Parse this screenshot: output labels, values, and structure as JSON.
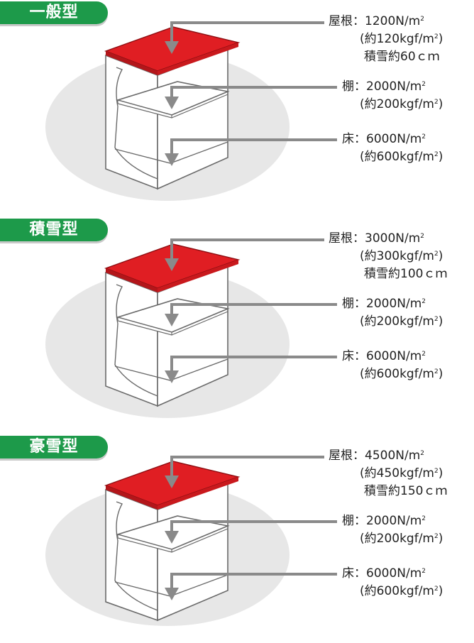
{
  "colors": {
    "badge": "#1d9a4a",
    "roof": "#e01e23",
    "arrow": "#8a8a8a",
    "ellipse": "#e7e7e7"
  },
  "sections": [
    {
      "badge": "一般型",
      "roof": {
        "label": "屋根",
        "value": "1200N/m",
        "sub": "(約120kgf/m",
        "snow": "積雪約60ｃｍ"
      },
      "shelf": {
        "label": "棚",
        "value": "2000N/m",
        "sub": "(約200kgf/m"
      },
      "floor": {
        "label": "床",
        "value": "6000N/m",
        "sub": "(約600kgf/m"
      }
    },
    {
      "badge": "積雪型",
      "roof": {
        "label": "屋根",
        "value": "3000N/m",
        "sub": "(約300kgf/m",
        "snow": "積雪約100ｃｍ"
      },
      "shelf": {
        "label": "棚",
        "value": "2000N/m",
        "sub": "(約200kgf/m"
      },
      "floor": {
        "label": "床",
        "value": "6000N/m",
        "sub": "(約600kgf/m"
      }
    },
    {
      "badge": "豪雪型",
      "roof": {
        "label": "屋根",
        "value": "4500N/m",
        "sub": "(約450kgf/m",
        "snow": "積雪約150ｃｍ"
      },
      "shelf": {
        "label": "棚",
        "value": "2000N/m",
        "sub": "(約200kgf/m"
      },
      "floor": {
        "label": "床",
        "value": "6000N/m",
        "sub": "(約600kgf/m"
      }
    }
  ],
  "unit": {
    "sup": "2",
    "close": ")",
    "colon": "："
  }
}
